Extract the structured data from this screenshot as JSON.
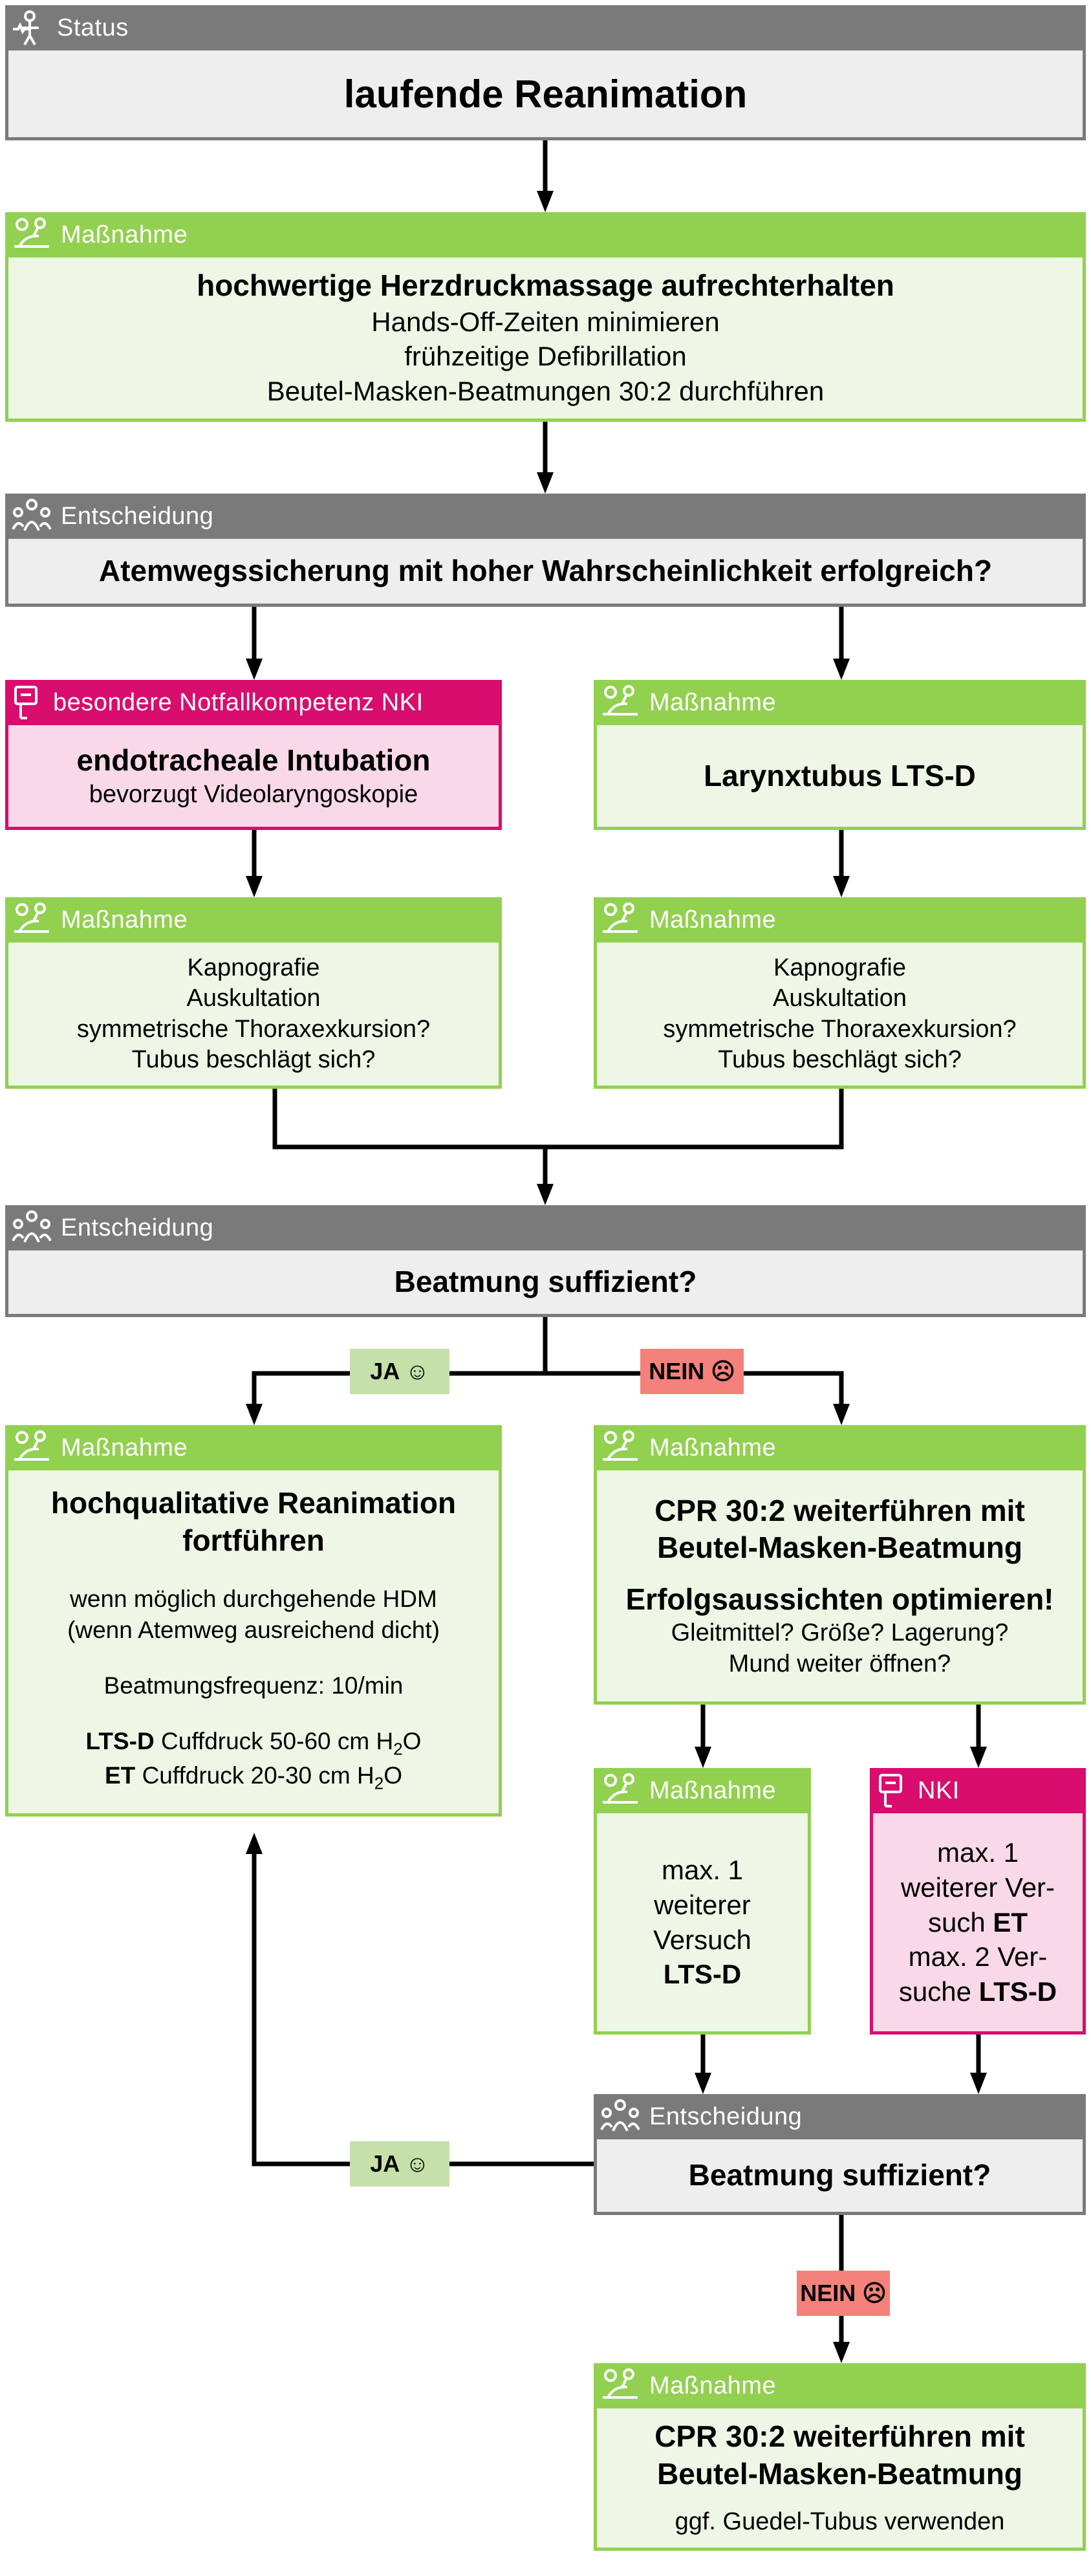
{
  "labels": {
    "status": "Status",
    "massnahme": "Maßnahme",
    "entscheidung": "Entscheidung",
    "nki_special": "besondere Notfallkompetenz NKI",
    "nki": "NKI"
  },
  "badges": {
    "ja": "JA ☺",
    "nein": "NEIN ☹"
  },
  "nodes": {
    "start": {
      "title": "laufende Reanimation"
    },
    "cpr": {
      "title": "hochwertige Herzdruckmassage aufrechterhalten",
      "lines": [
        "Hands-Off-Zeiten minimieren",
        "frühzeitige Defibrillation",
        "Beutel-Masken-Beatmungen 30:2 durchführen"
      ]
    },
    "airway_decision": {
      "title": "Atemwegssicherung mit hoher Wahrscheinlichkeit erfolgreich?"
    },
    "intubation": {
      "title": "endotracheale Intubation",
      "sub": "bevorzugt Videolaryngoskopie"
    },
    "larynx": {
      "title": "Larynxtubus LTS-D"
    },
    "check_left": {
      "lines": [
        "Kapnografie",
        "Auskultation",
        "symmetrische Thoraxexkursion?",
        "Tubus beschlägt sich?"
      ]
    },
    "check_right": {
      "lines": [
        "Kapnografie",
        "Auskultation",
        "symmetrische Thoraxexkursion?",
        "Tubus beschlägt sich?"
      ]
    },
    "vent_decision": {
      "title": "Beatmung suffizient?"
    },
    "continue": {
      "title1": "hochqualitative Reanimation",
      "title2": "fortführen",
      "line1": "wenn möglich durchgehende HDM",
      "line2": "(wenn Atemweg ausreichend dicht)",
      "line3": "Beatmungsfrequenz: 10/min",
      "lts_bold": "LTS-D",
      "lts_text": "Cuffdruck 50-60 cm H",
      "et_bold": "ET",
      "et_text": "Cuffdruck 20-30 cm H",
      "sub2": "2",
      "o": "O"
    },
    "bvm": {
      "title1": "CPR 30:2 weiterführen mit",
      "title2": "Beutel-Masken-Beatmung",
      "title3": "Erfolgsaussichten optimieren!",
      "line1": "Gleitmittel? Größe? Lagerung?",
      "line2": "Mund weiter öffnen?"
    },
    "retry_lts": {
      "line1": "max. 1",
      "line2": "weiterer",
      "line3": "Versuch",
      "bold": "LTS-D"
    },
    "retry_nki": {
      "line1": "max. 1",
      "line2": "weiterer Ver-",
      "line3a": "such ",
      "line3b": "ET",
      "line4": "max. 2 Ver-",
      "line5a": "suche ",
      "line5b": "LTS-D"
    },
    "vent_decision2": {
      "title": "Beatmung suffizient?"
    },
    "final": {
      "title1": "CPR 30:2 weiterführen mit",
      "title2": "Beutel-Masken-Beatmung",
      "sub": "ggf. Guedel-Tubus verwenden"
    }
  },
  "colors": {
    "gray": "#7a7a7a",
    "green": "#92d050",
    "pink": "#d80d6e",
    "ja": "#c5e0a8",
    "nein": "#f4817a"
  }
}
